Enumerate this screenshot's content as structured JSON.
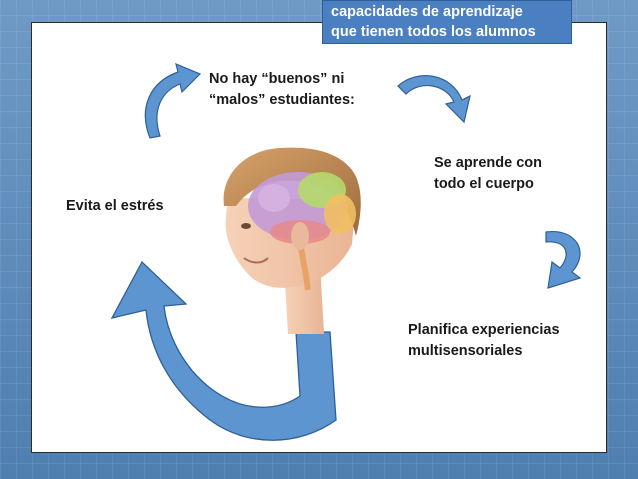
{
  "title": {
    "line1": "capacidades de aprendizaje",
    "line2": "que tienen todos los alumnos"
  },
  "labels": {
    "no_hay_line1": "No hay “buenos” ni",
    "no_hay_line2": "“malos” estudiantes:",
    "se_aprende_line1": "Se aprende con",
    "se_aprende_line2": "todo el cuerpo",
    "evita": "Evita el estrés",
    "planifica_line1": "Planifica experiencias",
    "planifica_line2": "multisensoriales"
  },
  "colors": {
    "background": "#5b88b6",
    "title_box": "#4a7fc1",
    "arrow_fill": "#5d95d0",
    "arrow_stroke": "#2f5f9a"
  },
  "icons": [
    "curved-arrow-icon",
    "brain-head-illustration"
  ]
}
